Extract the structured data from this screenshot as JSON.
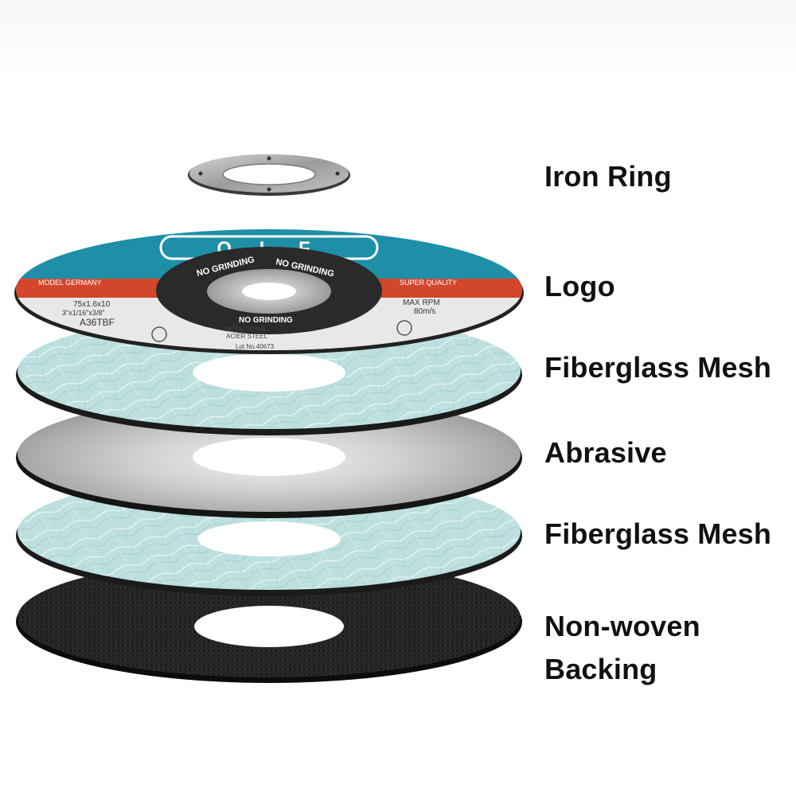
{
  "layers": [
    {
      "id": "iron-ring",
      "label_lines": [
        "Iron Ring"
      ]
    },
    {
      "id": "logo",
      "label_lines": [
        "Logo"
      ]
    },
    {
      "id": "fiberglass-mesh-top",
      "label_lines": [
        "Fiberglass Mesh"
      ]
    },
    {
      "id": "abrasive",
      "label_lines": [
        "Abrasive"
      ]
    },
    {
      "id": "fiberglass-mesh-bottom",
      "label_lines": [
        "Fiberglass Mesh"
      ]
    },
    {
      "id": "non-woven-backing",
      "label_lines": [
        "Non-woven",
        "Backing"
      ]
    }
  ],
  "logo_disc": {
    "brand": "Q.L.F",
    "left_band": "MODEL GERMANY",
    "right_band": "SUPER QUALITY",
    "ring_text": "NO GRINDING",
    "spec_left_1": "75x1.6x10",
    "spec_left_2": "3\"x1/16\"x3/8\"",
    "grade": "A36TBF",
    "max_rpm": "MAX RPM",
    "speed": "80m/s",
    "material_1": "METAL STAHL",
    "material_2": "ACIER STEEL",
    "lot": "Lot No.40673"
  },
  "colors": {
    "disc_blue": "#1f8fa8",
    "band_red": "#d2462c",
    "mesh": "#b9dcdc",
    "abrasive": "#c7c7c7",
    "backing": "#1e1e1e",
    "ring": "#b4b4b4"
  }
}
